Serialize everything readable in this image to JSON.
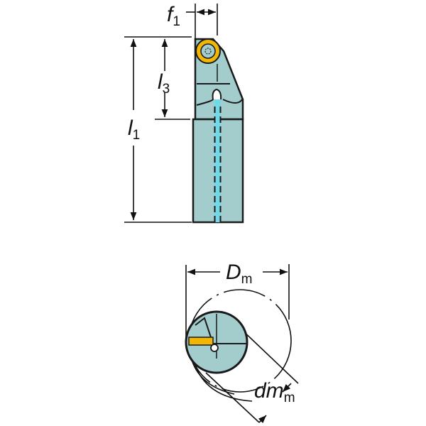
{
  "labels": {
    "f1": {
      "main": "f",
      "sub": "1"
    },
    "l3": {
      "main": "l",
      "sub": "3"
    },
    "l1": {
      "main": "l",
      "sub": "1"
    },
    "Dm": {
      "main": "D",
      "sub": "m"
    },
    "dmm": {
      "main": "dm",
      "sub": "m"
    }
  },
  "colors": {
    "body": "#A3CCCD",
    "insert": "#F2B705",
    "coolant": "#72D8E8",
    "outline": "#1a1a1a"
  }
}
